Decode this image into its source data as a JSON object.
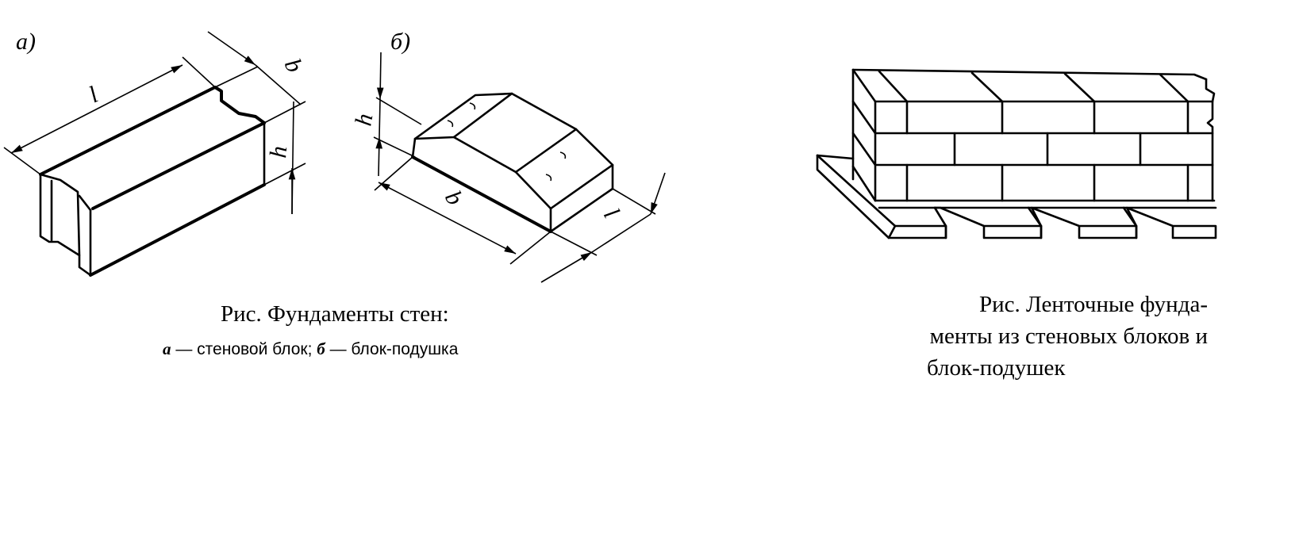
{
  "figure_left": {
    "label_a": "а)",
    "label_b": "б)",
    "block_a_dims": {
      "length": "l",
      "width": "b",
      "height": "h"
    },
    "block_b_dims": {
      "height": "h",
      "width": "b",
      "length": "l"
    },
    "caption_title": "Рис. Фундаменты стен:",
    "caption_a_key": "а",
    "caption_a_text": " — стеновой блок; ",
    "caption_b_key": "б",
    "caption_b_text": " — блок-подушка"
  },
  "figure_right": {
    "caption_line1": "Рис. Ленточные  фунда-",
    "caption_line2": "менты из стеновых  блоков и",
    "caption_line3": "блок-подушек"
  }
}
